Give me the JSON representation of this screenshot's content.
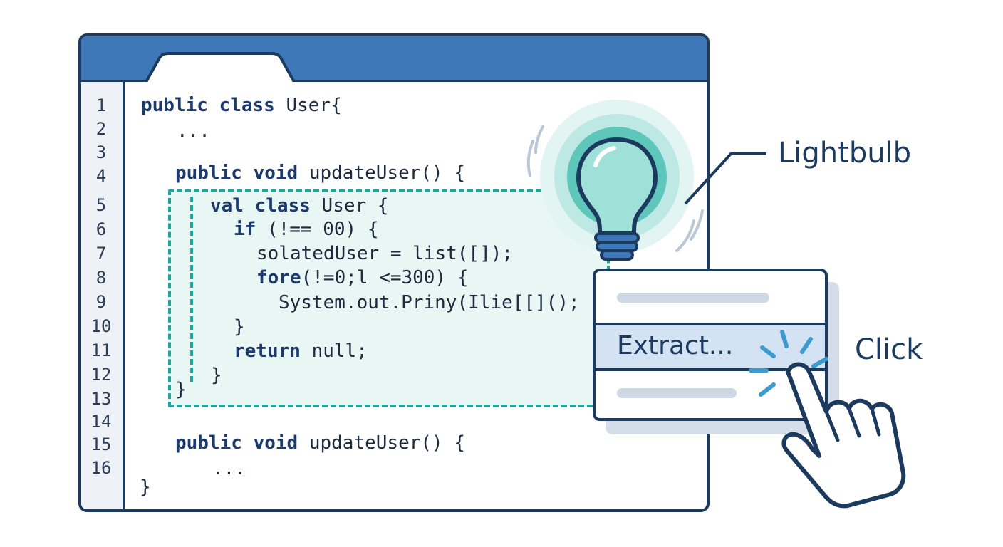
{
  "editor": {
    "line_numbers": [
      "1",
      "2",
      "3",
      "4",
      "5",
      "6",
      "7",
      "8",
      "9",
      "10",
      "11",
      "12",
      "13",
      "14",
      "15",
      "16"
    ],
    "lines": [
      {
        "kw": "public class",
        "text": " User{"
      },
      {
        "kw": "",
        "text": "..."
      },
      {
        "kw": "public void",
        "text": " updateUser() {"
      },
      {
        "kw": "val class",
        "text": " User {"
      },
      {
        "kw": "if",
        "text": " (!== 00) {"
      },
      {
        "kw": "",
        "text": "solatedUser = list([]);"
      },
      {
        "kw": "fore",
        "text": "(!=0;l <=300) {"
      },
      {
        "kw": "",
        "text": "System.out.Priny(Ilie[[]();"
      },
      {
        "kw": "",
        "text": "}"
      },
      {
        "kw": "return",
        "text": " null;"
      },
      {
        "kw": "",
        "text": "}"
      },
      {
        "kw": "",
        "text": "}"
      },
      {
        "kw": "public void",
        "text": " updateUser() {"
      },
      {
        "kw": "",
        "text": "..."
      },
      {
        "kw": "",
        "text": "}"
      }
    ]
  },
  "context_menu": {
    "highlighted_item": "Extract..."
  },
  "callouts": {
    "lightbulb_label": "Lightbulb",
    "click_label": "Click"
  },
  "colors": {
    "accent_teal": "#1fa59a",
    "titlebar_blue": "#3e78b8",
    "outline_navy": "#1c3a5e"
  }
}
